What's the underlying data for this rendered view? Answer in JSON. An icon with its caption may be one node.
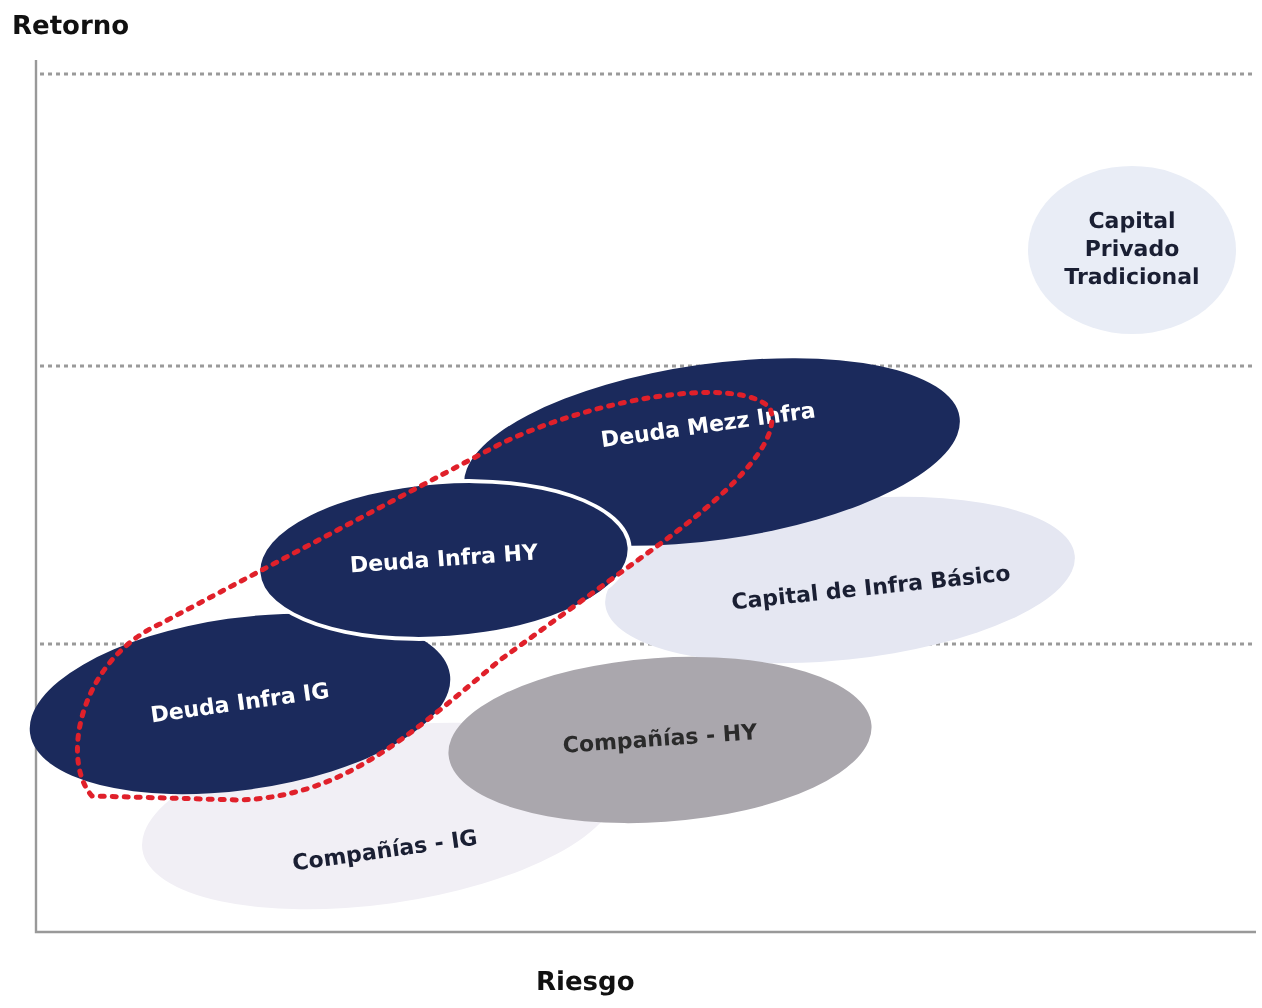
{
  "diagram": {
    "nodes": [
      {
        "text": [
          "Capital Privado Tradicional"
        ]
      },
      {
        "text": [
          "Deuda Mezz Infra"
        ]
      },
      {
        "text": [
          "Capital de Infra Básico"
        ]
      },
      {
        "text": [
          "Deuda Infra HY"
        ]
      },
      {
        "text": [
          "Deuda Infra IG"
        ]
      },
      {
        "text": [
          "Compañías - HY"
        ]
      },
      {
        "text": [
          "Compañías - IG"
        ]
      }
    ],
    "labels": [
      "Retorno",
      "Riesgo"
    ]
  }
}
